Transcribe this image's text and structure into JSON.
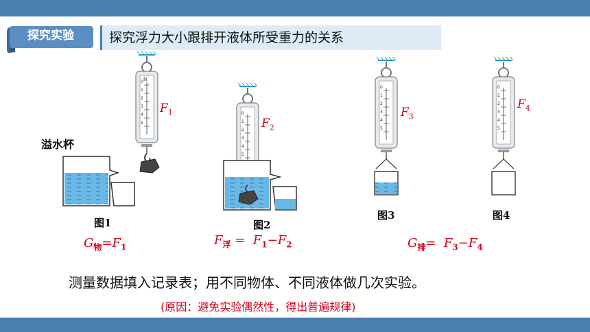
{
  "header": {
    "tag": "探究实验",
    "title": "探究浮力大小跟排开液体所受重力的关系"
  },
  "figure": {
    "cup_label": "溢水杯",
    "fig_labels": [
      "图1",
      "图2",
      "图3",
      "图4"
    ],
    "scale_unit": "N",
    "scale_ticks": [
      "0",
      "1",
      "2",
      "3",
      "4",
      "5"
    ],
    "force_labels": [
      {
        "sym": "F",
        "sub": "1"
      },
      {
        "sym": "F",
        "sub": "2"
      },
      {
        "sym": "F",
        "sub": "3"
      },
      {
        "sym": "F",
        "sub": "4"
      }
    ]
  },
  "equations": {
    "eq1": {
      "lhs": "G",
      "lhs_sub": "物",
      "rhs": "=F",
      "rhs_sub": "1"
    },
    "eq2": {
      "lhs": "F",
      "lhs_sub": "浮",
      "mid": " =  F",
      "mid_sub": "1",
      "minus": "−F",
      "minus_sub": "2"
    },
    "eq3": {
      "lhs": "G",
      "lhs_sub": "排",
      "mid": "=  F",
      "mid_sub": "3",
      "minus": "−F",
      "minus_sub": "4"
    }
  },
  "body": {
    "text": "测量数据填入记录表；用不同物体、不同液体做几次实验。",
    "reason": "(原因：避免实验偶然性，得出普遍规律)"
  },
  "colors": {
    "bar": "#4a7eb0",
    "title_bg": "#dcebf6",
    "accent_red": "#d6001c",
    "water": "#6ab8e6"
  }
}
